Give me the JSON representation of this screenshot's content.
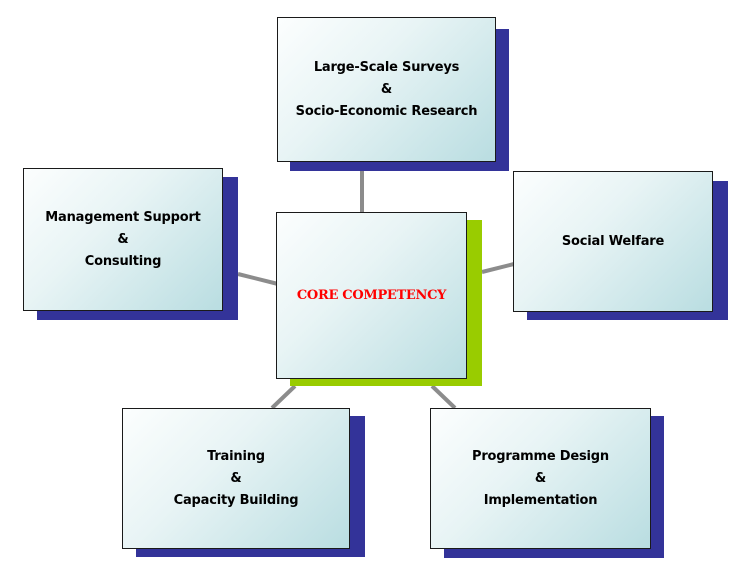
{
  "nodes": {
    "core": {
      "lines": [
        "CORE COMPETENCY"
      ],
      "text_color": "#ff0000",
      "shadow_color": "#99cc00"
    },
    "surveys": {
      "lines": [
        "Large-Scale Surveys",
        "&",
        "Socio-Economic Research"
      ]
    },
    "management": {
      "lines": [
        "Management Support",
        "&",
        "Consulting"
      ]
    },
    "welfare": {
      "lines": [
        "Social Welfare"
      ]
    },
    "training": {
      "lines": [
        "Training",
        "&",
        "Capacity Building"
      ]
    },
    "programme": {
      "lines": [
        "Programme Design",
        "&",
        "Implementation"
      ]
    }
  },
  "colors": {
    "satellite_shadow": "#333399",
    "connector": "#8c8c8c",
    "box_border": "#1a1a1a"
  }
}
